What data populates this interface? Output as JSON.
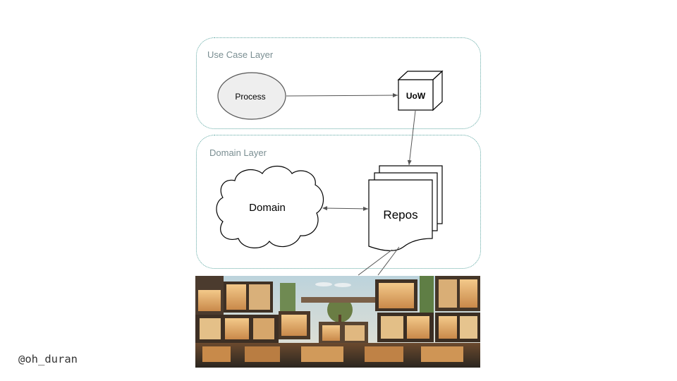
{
  "layers": {
    "use_case": {
      "title": "Use Case Layer"
    },
    "domain": {
      "title": "Domain Layer"
    }
  },
  "nodes": {
    "process": {
      "label": "Process"
    },
    "uow": {
      "label": "UoW"
    },
    "domain": {
      "label": "Domain"
    },
    "repos": {
      "label": "Repos"
    }
  },
  "footer": {
    "handle": "@oh_duran"
  },
  "colors": {
    "layer_border": "#5fa8a3",
    "layer_title": "#7a8e92",
    "process_fill": "#eeeeee",
    "stroke": "#555555"
  },
  "photo": {
    "subject": "modular-apartment-building-icon"
  }
}
